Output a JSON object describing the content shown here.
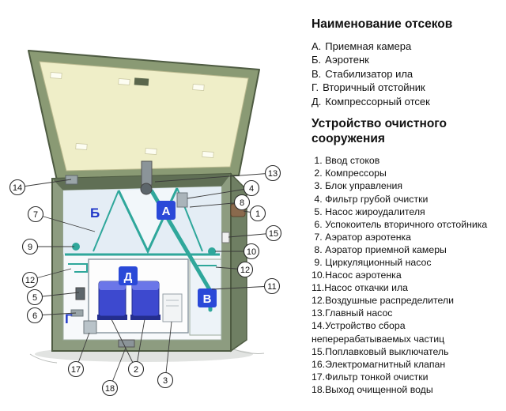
{
  "sections": {
    "compartments": {
      "title": "Наименование отсеков",
      "items": [
        {
          "key": "А.",
          "label": "Приемная камера"
        },
        {
          "key": "Б.",
          "label": "Аэротенк"
        },
        {
          "key": "В.",
          "label": "Стабилизатор ила"
        },
        {
          "key": "Г.",
          "label": "Вторичный отстойник"
        },
        {
          "key": "Д.",
          "label": "Компрессорный отсек"
        }
      ]
    },
    "device": {
      "title": "Устройство очистного сооружения",
      "items": [
        {
          "num": " 1. ",
          "label": "Ввод стоков"
        },
        {
          "num": " 2. ",
          "label": "Компрессоры"
        },
        {
          "num": " 3. ",
          "label": "Блок управления"
        },
        {
          "num": " 4. ",
          "label": "Фильтр грубой очистки"
        },
        {
          "num": " 5. ",
          "label": "Насос жироудалителя"
        },
        {
          "num": " 6. ",
          "label": "Успокоитель вторичного отстойника"
        },
        {
          "num": " 7. ",
          "label": "Аэратор аэротенка"
        },
        {
          "num": " 8. ",
          "label": "Аэратор приемной камеры"
        },
        {
          "num": " 9. ",
          "label": "Циркуляционный насос"
        },
        {
          "num": "10.",
          "label": "Насос аэротенка"
        },
        {
          "num": "11.",
          "label": "Насос откачки ила"
        },
        {
          "num": "12.",
          "label": "Воздушные распределители"
        },
        {
          "num": "13.",
          "label": "Главный насос"
        },
        {
          "num": "14.",
          "label": "Устройство сбора неперерабатываемых частиц"
        },
        {
          "num": "15.",
          "label": "Поплавковый выключатель"
        },
        {
          "num": "16.",
          "label": "Электромагнитный клапан"
        },
        {
          "num": "17.",
          "label": "Фильтр тонкой очистки"
        },
        {
          "num": "18.",
          "label": "Выход очищенной воды"
        }
      ]
    }
  },
  "diagram": {
    "letters": {
      "a": "А",
      "b": "Б",
      "v": "В",
      "g": "Г",
      "d": "Д"
    },
    "callouts": [
      "14",
      "7",
      "9",
      "12",
      "5",
      "6",
      "17",
      "18",
      "2",
      "3",
      "13",
      "4",
      "8",
      "1",
      "15",
      "10",
      "12",
      "11"
    ],
    "colors": {
      "letter_blue": "#2a49d8",
      "pipe_teal": "#2fa79b",
      "lid_interior": "#efeec8",
      "tank_green": "#8d9c80",
      "compressor_blue": "#3d49cf",
      "inlet_brown": "#8a6a4d"
    }
  }
}
